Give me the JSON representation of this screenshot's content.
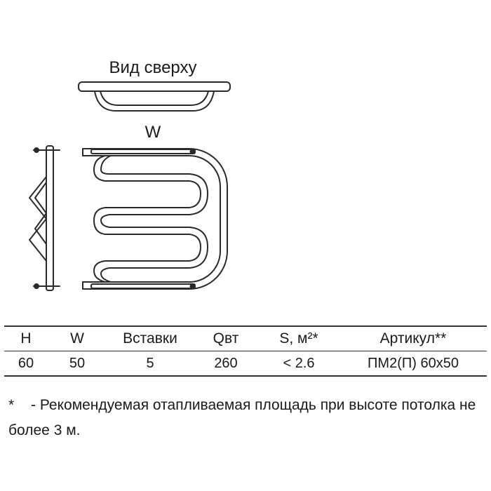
{
  "drawing": {
    "top_view_label": "Вид сверху",
    "width_label": "W"
  },
  "table": {
    "headers": [
      "H",
      "W",
      "Вставки",
      "Qвт",
      "S, м²*",
      "Артикул**"
    ],
    "values": [
      "60",
      "50",
      "5",
      "260",
      "< 2.6",
      "ПМ2(П) 60х50"
    ]
  },
  "footnote": {
    "marker": "*",
    "text": "- Рекомендуемая отапливаемая площадь при высоте потолка не более 3 м."
  }
}
